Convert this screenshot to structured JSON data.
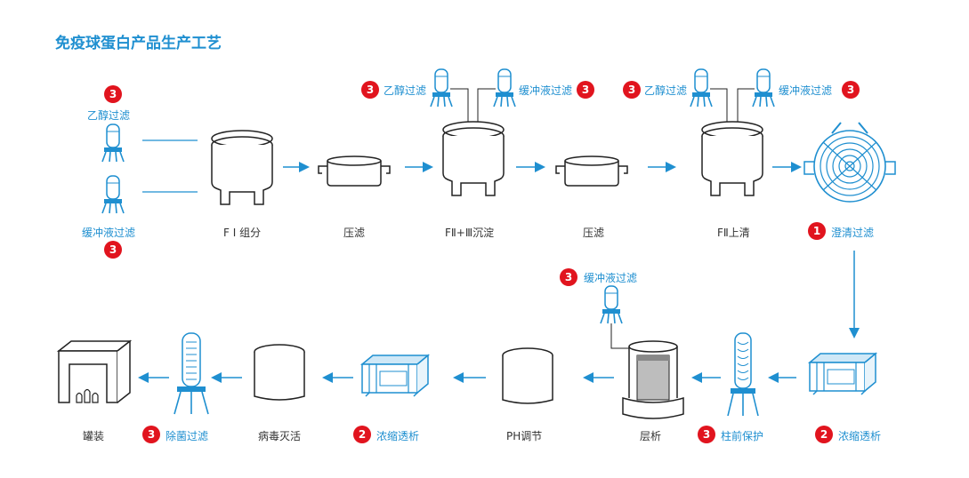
{
  "title": "免疫球蛋白产品生产工艺",
  "colors": {
    "accent": "#1f8fd0",
    "badge": "#e1141e",
    "stroke": "#222222"
  },
  "steps": {
    "fi": "F I 组分",
    "press1": "压滤",
    "f23": "FⅡ+Ⅲ沉淀",
    "press2": "压滤",
    "f2": "FⅡ上清",
    "clarify": "澄清过滤",
    "ultra1": "浓缩透析",
    "column": "柱前保护",
    "chroma": "层析",
    "ph": "PH调节",
    "ultra2": "浓缩透析",
    "virus": "病毒灭活",
    "sterile": "除菌过滤",
    "fill": "罐装"
  },
  "filters": {
    "ethanol": "乙醇过滤",
    "buffer": "缓冲液过滤"
  },
  "badges": {
    "ethanol_left": "3",
    "buffer_left": "3",
    "ethanol_mid": "3",
    "buffer_mid": "3",
    "ethanol_right": "3",
    "buffer_right": "3",
    "clarify": "1",
    "ultra1": "2",
    "column": "3",
    "chroma_buffer": "3",
    "ultra2": "2",
    "sterile": "3"
  }
}
